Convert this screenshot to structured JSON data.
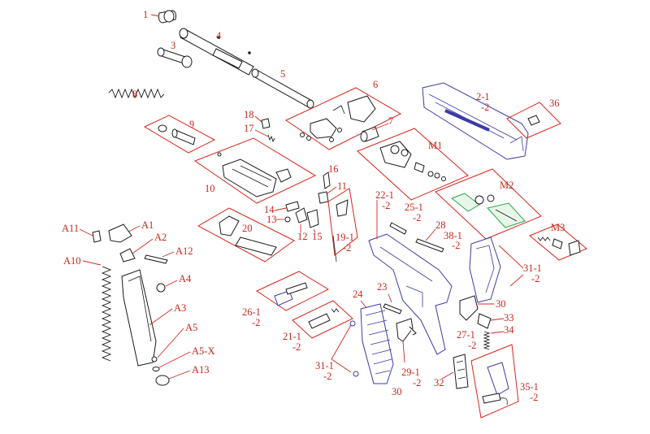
{
  "diagram": {
    "colors": {
      "label": "#c8281e",
      "outline": "#1a1a1a",
      "slide": "#3a3aa8",
      "module": "#2da84a"
    },
    "labels": {
      "p1": "1",
      "p2": "4",
      "p3": "3",
      "p4": "5",
      "p5": "6",
      "p6": "7",
      "p7": "8",
      "p8": "9",
      "p9": "18",
      "p10": "17",
      "p11": "10",
      "p12": "16",
      "p13": "14",
      "p14": "11",
      "p15": "13",
      "p16": "12",
      "p17": "15",
      "p18": "20",
      "p19": "M1",
      "p20": "M2",
      "p21": "M3",
      "p22": "2-1",
      "p23": "-2",
      "p24": "36",
      "p25": "22-1",
      "p26": "-2",
      "p27": "25-1",
      "p28": "-2",
      "p29": "28",
      "p30": "38-1",
      "p31": "-2",
      "p32": "19-1",
      "p33": "-2",
      "p34": "31-1",
      "p35": "-2",
      "p36": "A11",
      "p37": "A1",
      "p38": "A2",
      "p39": "A12",
      "p40": "A10",
      "p41": "A4",
      "p42": "A3",
      "p43": "A5",
      "p44": "A5-X",
      "p45": "A13",
      "p46": "26-1",
      "p47": "-2",
      "p48": "21-1",
      "p49": "-2",
      "p50": "24",
      "p51": "23",
      "p52": "31-1",
      "p53": "-2",
      "p54": "30",
      "p55": "29-1",
      "p56": "-2",
      "p57": "30",
      "p58": "33",
      "p59": "27-1",
      "p60": "-2",
      "p61": "34",
      "p62": "32",
      "p63": "35-1",
      "p64": "-2"
    }
  }
}
